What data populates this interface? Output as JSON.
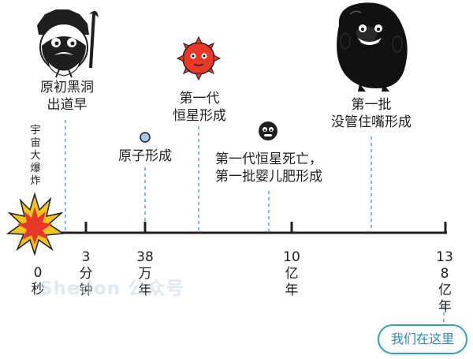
{
  "labels": {
    "primordial": [
      "原初黑洞",
      "出道早"
    ],
    "big_bang": "宇宙大爆炸",
    "atoms": "原子形成",
    "first_stars": [
      "第一代",
      "恒星形成"
    ],
    "first_death": [
      "第一代恒星死亡，",
      "第一批婴儿肥形成"
    ],
    "first_galaxies": [
      "第一批",
      "没管住嘴形成"
    ]
  },
  "ticks": [
    {
      "num": "0",
      "unit": "秒"
    },
    {
      "num": "3",
      "unit": "分钟"
    },
    {
      "num": "38",
      "unit": "万年"
    },
    {
      "num": "10",
      "unit": "亿年"
    },
    {
      "num": "138",
      "unit": "亿年"
    }
  ],
  "watermark": "Shedon 公众号",
  "here_button": "我们在这里",
  "colors": {
    "axis": "#1f1f1f",
    "dash": "#4aa8d8",
    "explosion_outer": "#f3c41a",
    "explosion_inner": "#e8382a",
    "star": "#e8382a",
    "atom": "#a9c3e6",
    "accent": "#2f9fcf"
  },
  "icons": [
    "sage-character-icon",
    "red-star-icon",
    "atom-icon",
    "small-black-hole-icon",
    "big-black-blob-icon",
    "explosion-icon"
  ]
}
